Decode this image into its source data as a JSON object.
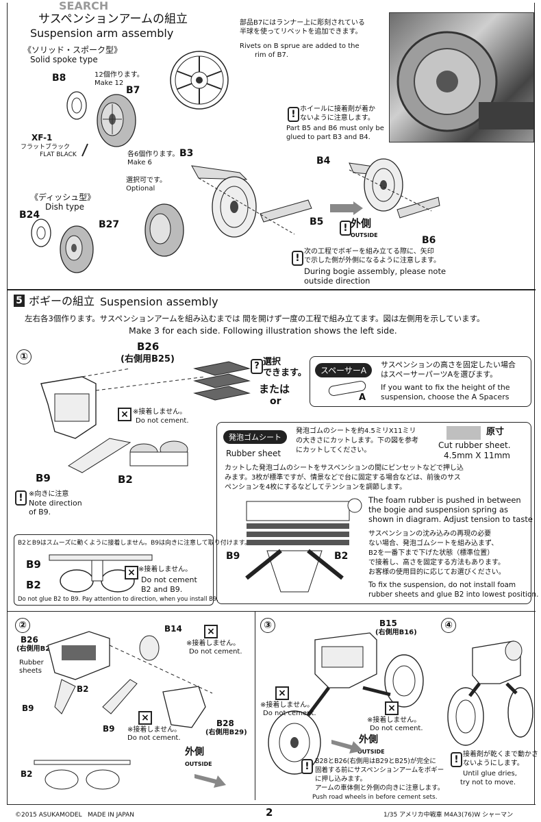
{
  "watermark": {
    "text": "SEARCH"
  },
  "section4": {
    "title_jp": "サスペンションアームの組立",
    "title_en": "Suspension arm assembly",
    "solid_jp": "《ソリッド・スポーク型》",
    "solid_en": "Solid spoke type",
    "make12_jp": "12個作ります。",
    "make12_en": "Make 12",
    "b8": "B8",
    "b7": "B7",
    "xf1": "XF-1",
    "flat_jp": "フラットブラック",
    "flat_en": "FLAT BLACK",
    "make6_jp": "各6個作ります。",
    "make6_en": "Make 6",
    "optional_jp": "選択可です。",
    "optional_en": "Optional",
    "dish_jp": "《ディッシュ型》",
    "dish_en": "Dish type",
    "b24": "B24",
    "b27": "B27",
    "b3": "B3",
    "b4": "B4",
    "b5": "B5",
    "b6": "B6",
    "rivet_jp1": "部品B7にはランナー上に彫刻されている",
    "rivet_jp2": "半球を使ってリベットを追加できます。",
    "rivet_en1": "Rivets on B sprue are added to the",
    "rivet_en2": "rim of B7.",
    "wheel_jp1": "ホイールに接着剤が着か",
    "wheel_jp2": "ないように注意します。",
    "wheel_en1": "Part B5 and B6 must only be",
    "wheel_en2": "glued to part B3 and B4.",
    "outside_jp": "外側",
    "outside_en": "OUTSIDE",
    "bogie_jp1": "次の工程でボギーを組み立てる際に、矢印",
    "bogie_jp2": "で示した側が外側になるように注意します。",
    "bogie_en1": "During bogie assembly, please note",
    "bogie_en2": "outside direction"
  },
  "section5": {
    "number": "5",
    "title_jp": "ボギーの組立",
    "title_en": "Suspension assembly",
    "intro_jp": "左右各3個作ります。サスペンションアームを組み込むまでは 間を開けず一度の工程で組み立てます。図は左側用を示しています。",
    "intro_en": "Make 3 for each side.  Following illustration shows the left side.",
    "step1": "①",
    "step2": "②",
    "step3": "③",
    "step4": "④",
    "b26": "B26",
    "b25_jp": "(右側用B25)",
    "select_jp1": "選択",
    "select_jp2": "できます。",
    "or_jp": "または",
    "or_en": "or",
    "spacer_label": "スペーサーA",
    "spacer_jp1": "サスペンションの高さを固定したい場合",
    "spacer_jp2": "はスペーサーパーツAを選びます。",
    "spacer_en1": "If you want to fix the height of the",
    "spacer_en2": "suspension, choose the A Spacers",
    "spacer_a": "A",
    "nocement_jp": "※接着しません。",
    "nocement_en": "Do not cement.",
    "b9": "B9",
    "b2": "B2",
    "note_dir_jp": "※向きに注意",
    "note_dir_en1": "Note direction",
    "note_dir_en2": "of B9.",
    "rubber_label": "発泡ゴムシート",
    "rubber_en": "Rubber sheet",
    "rubber_jp1": "発泡ゴムのシートを約4.5ミリX11ミリ",
    "rubber_jp2": "の大きさにカットします。下の図を参考",
    "rubber_jp3": "にカットしてください。",
    "actual_jp": "原寸",
    "cut_en1": "Cut rubber sheet.",
    "cut_en2": "4.5mm  X  11mm",
    "push_jp1": "カットした発泡ゴムのシートをサスペンションの間にピンセットなどで押し込",
    "push_jp2": "みます。3枚が標準ですが、情景などで台に固定する場合などは、前後のサス",
    "push_jp3": "ペンションを4枚にするなどしてテンションを調節します。",
    "foam_en1": "The foam rubber is pushed in between",
    "foam_en2": "the bogie and suspension spring as",
    "foam_en3": "shown in diagram. Adjust tension to taste",
    "fix_jp1": "サスペンションの沈み込みの再現の必要",
    "fix_jp2": "ない場合、発泡ゴムシートを組み込まず、",
    "fix_jp3": "B2を一番下まで下げた状態（標準位置）",
    "fix_jp4": "で接着し、高さを固定する方法もあります。",
    "fix_jp5": "お客様の使用目的に応じてお選びください。",
    "fix_en1": "To fix the suspension, do not install foam",
    "fix_en2": "rubber sheets and glue B2 into lowest position.",
    "smooth_jp": "B2とB9はスムーズに動くように接着しません。B9は向きに注意して取り付けます。",
    "dont_glue_en": "Do not glue B2 to B9. Pay attention to direction, when you install B9.",
    "nocement_b2b9": "Do not cement",
    "b2andb9": "B2 and B9.",
    "b14": "B14",
    "rubber_sheets1": "Rubber",
    "rubber_sheets2": "sheets",
    "b28": "B28",
    "b29_jp": "(右側用B29)",
    "b15": "B15",
    "b16_jp": "(右側用B16)",
    "push_wheels_jp1": "B28とB26(右側用はB29とB25)が完全に",
    "push_wheels_jp2": "固着する前にサスペンションアームをボギー",
    "push_wheels_jp3": "に押し込みます。",
    "push_wheels_jp4": "アームの車体側と外側の向きに注意します。",
    "push_wheels_en": "Push road wheels in before cement sets.",
    "until_jp1": "接着剤が乾くまで動かさ",
    "until_jp2": "ないようにします。",
    "until_en1": "Until glue dries,",
    "until_en2": "try not to move."
  },
  "footer": {
    "copyright": "©2015 ASUKAMODEL",
    "made": "MADE IN JAPAN",
    "page": "2",
    "product": "1/35 アメリカ中戦車 M4A3(76)W シャーマン"
  }
}
